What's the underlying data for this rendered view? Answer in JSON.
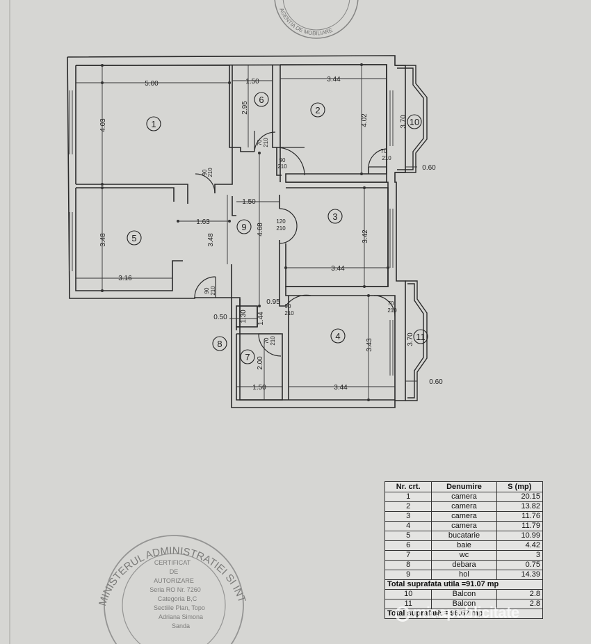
{
  "rooms": [
    {
      "id": "1",
      "label": "1"
    },
    {
      "id": "2",
      "label": "2"
    },
    {
      "id": "3",
      "label": "3"
    },
    {
      "id": "4",
      "label": "4"
    },
    {
      "id": "5",
      "label": "5"
    },
    {
      "id": "6",
      "label": "6"
    },
    {
      "id": "7",
      "label": "7"
    },
    {
      "id": "8",
      "label": "8"
    },
    {
      "id": "9",
      "label": "9"
    },
    {
      "id": "10",
      "label": "10"
    },
    {
      "id": "11",
      "label": "11"
    }
  ],
  "dimensions": {
    "r1_width": "5.00",
    "r1_height": "4.03",
    "r6_width": "1.50",
    "r6_height": "2.95",
    "r2_width": "3.44",
    "r2_height": "4.02",
    "r10_height": "3.70",
    "r10_depth": "0.60",
    "hall_width": "1.50",
    "hall_small": "1.63",
    "hall_len": "4.68",
    "hall_len2": "3.48",
    "r5_height": "3.48",
    "r5_width": "3.16",
    "r3_height": "3.42",
    "r3_width": "3.44",
    "r4_height": "3.43",
    "r4_width": "3.44",
    "r11_height": "3.70",
    "r11_depth": "0.60",
    "r8_a": "0.50",
    "r8_b": "1.30",
    "r8_c": "1.44",
    "r8_d": "0.95",
    "r7_height": "2.00",
    "r7_width": "1.50"
  },
  "doors": {
    "d6": [
      "70",
      "210"
    ],
    "d2": [
      "70",
      "210"
    ],
    "d1": [
      "90",
      "210"
    ],
    "d9a": [
      "90",
      "210"
    ],
    "d3": [
      "120",
      "210"
    ],
    "d5": [
      "90",
      "210"
    ],
    "d4": [
      "90",
      "210"
    ],
    "d4b": [
      "70",
      "210"
    ],
    "d7": [
      "70",
      "210"
    ]
  },
  "table": {
    "headers": [
      "Nr. crt.",
      "Denumire",
      "S (mp)"
    ],
    "rows": [
      {
        "nr": "1",
        "name": "camera",
        "s": "20.15"
      },
      {
        "nr": "2",
        "name": "camera",
        "s": "13.82"
      },
      {
        "nr": "3",
        "name": "camera",
        "s": "11.76"
      },
      {
        "nr": "4",
        "name": "camera",
        "s": "11.79"
      },
      {
        "nr": "5",
        "name": "bucatarie",
        "s": "10.99"
      },
      {
        "nr": "6",
        "name": "baie",
        "s": "4.42"
      },
      {
        "nr": "7",
        "name": "wc",
        "s": "3"
      },
      {
        "nr": "8",
        "name": "debara",
        "s": "0.75"
      },
      {
        "nr": "9",
        "name": "hol",
        "s": "14.39"
      }
    ],
    "total_utila": "Total suprafata utila =91.07 mp",
    "extra_rows": [
      {
        "nr": "10",
        "name": "Balcon",
        "s": "2.8"
      },
      {
        "nr": "11",
        "name": "Balcon",
        "s": "2.8"
      }
    ],
    "total": "Total suprafață = 96.67 mp"
  },
  "stamps": {
    "bottom_ring": "MINISTERUL ADMINISTRATIEI SI INTERNELOR",
    "bottom_inner": [
      "CERTIFICAT",
      "DE",
      "AUTORIZARE",
      "Seria RO Nr. 7260",
      "Categoria B,C",
      "Sectiile Plan, Topo",
      "Adriana Simona",
      "Sanda"
    ],
    "top_ring": "AGENTIA DE MOBILIARE"
  },
  "watermark": "micapublicitate",
  "colors": {
    "paper": "#d6d6d3",
    "ink": "#222222"
  }
}
